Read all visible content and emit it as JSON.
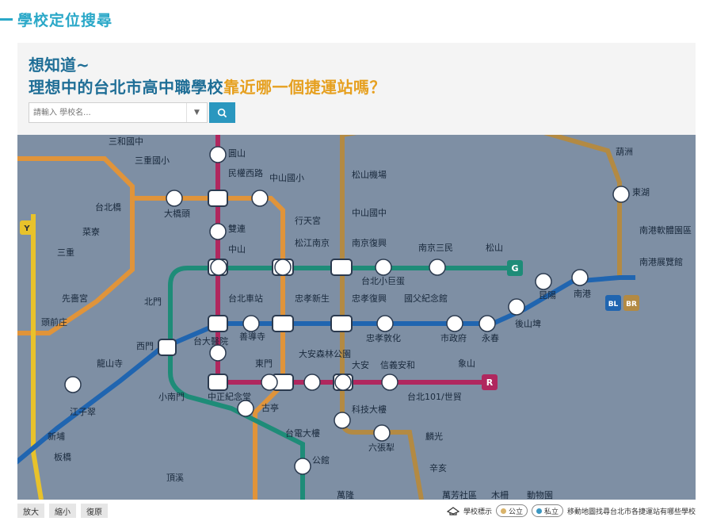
{
  "header": {
    "title": "學校定位搜尋"
  },
  "search_panel": {
    "question_line1": "想知道~",
    "question_line2_main": "理想中的台北市高中職學校",
    "question_line2_highlight": "靠近哪一個捷運站嗎？",
    "search_placeholder": "請輸入 學校名..."
  },
  "map": {
    "line_colors": {
      "green": "#1e8c78",
      "blue": "#2065b0",
      "red": "#b0275e",
      "brown": "#b38a43",
      "yellow": "#e8c22b",
      "orange": "#e0943a"
    },
    "line_badges": [
      "G",
      "R",
      "BL",
      "BR",
      "Y"
    ],
    "stations": [
      "三和國中",
      "三重國小",
      "台北橋",
      "菜寮",
      "三重",
      "先嗇宮",
      "頭前庄",
      "大橋頭",
      "圓山",
      "民權西路",
      "雙連",
      "中山",
      "台北車站",
      "北門",
      "西門",
      "龍山寺",
      "小南門",
      "台大醫院",
      "中正紀念堂",
      "善導寺",
      "忠孝新生",
      "東門",
      "大安森林公園",
      "古亭",
      "中山國小",
      "行天宮",
      "松江南京",
      "台電大樓",
      "公館",
      "萬隆",
      "松山機場",
      "中山國中",
      "南京復興",
      "忠孝復興",
      "大安",
      "科技大樓",
      "六張犁",
      "麟光",
      "辛亥",
      "萬芳社區",
      "木柵",
      "動物園",
      "南京三民",
      "松山",
      "台北小巨蛋",
      "國父紀念館",
      "忠孝敦化",
      "信義安和",
      "台北101/世貿",
      "象山",
      "市政府",
      "永春",
      "後山埤",
      "昆陽",
      "南港",
      "南港展覽館",
      "南港軟體園區",
      "東湖",
      "葫洲",
      "江子翠",
      "新埔",
      "板橋",
      "頂溪"
    ]
  },
  "controls": {
    "zoom_in": "放大",
    "zoom_out": "縮小",
    "reset": "復原"
  },
  "legend": {
    "school_marker": "學校標示",
    "public": "公立",
    "private": "私立",
    "hint": "移動地圖找尋台北市各捷運站有哪些學校"
  }
}
